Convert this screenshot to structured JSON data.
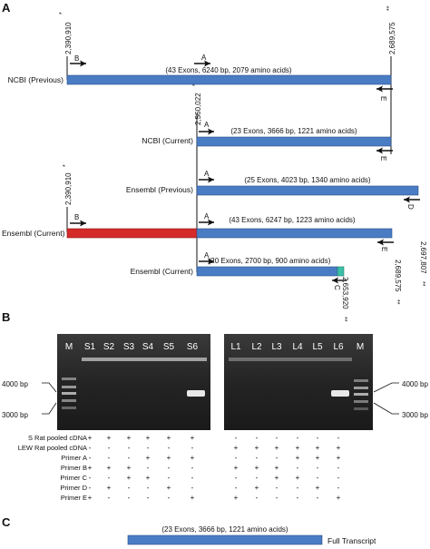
{
  "panels": {
    "a": "A",
    "b": "B",
    "c": "C"
  },
  "tracks": [
    {
      "label": "NCBI (Previous)",
      "info": "(43 Exons, 6240 bp, 2079 amino acids)"
    },
    {
      "label": "NCBI (Current)",
      "info": "(23 Exons, 3666 bp, 1221 amino acids)"
    },
    {
      "label": "Ensembl (Previous)",
      "info": "(25 Exons, 4023 bp, 1340 amino acids)"
    },
    {
      "label": "Ensembl (Current)",
      "info": "(43 Exons, 6247 bp, 1223 amino acids)"
    },
    {
      "label": "Ensembl (Current)",
      "info": "(20 Exons, 2700 bp, 900 amino acids)"
    }
  ],
  "coords": [
    {
      "text": "2,390,910",
      "mark": "*"
    },
    {
      "text": "2,689,575",
      "mark": "**"
    },
    {
      "text": "2,560,022",
      "mark": "*"
    },
    {
      "text": "2,390,910",
      "mark": "*"
    },
    {
      "text": "2,697,807",
      "mark": "**"
    },
    {
      "text": "2,689,575",
      "mark": "**"
    },
    {
      "text": "2,653,920",
      "mark": "**"
    }
  ],
  "primer_letters": {
    "a": "A",
    "b": "B",
    "c": "C",
    "d": "D",
    "e": "E"
  },
  "colors": {
    "transcript_blue": "#4a7cc4",
    "ensembl_red": "#d42a2a",
    "exon_teal": "#3cc0a8",
    "gel_dark": "#202020"
  },
  "gel": {
    "left_lanes": [
      "M",
      "S1",
      "S2",
      "S3",
      "S4",
      "S5",
      "S6"
    ],
    "right_lanes": [
      "L1",
      "L2",
      "L3",
      "L4",
      "L5",
      "L6",
      "M"
    ],
    "ladder_left": [
      "4000 bp",
      "3000 bp"
    ],
    "ladder_right": [
      "4000 bp",
      "3000 bp"
    ]
  },
  "table": {
    "rows": [
      {
        "label": "S Rat pooled cDNA",
        "left": [
          "+",
          "+",
          "+",
          "+",
          "+",
          "+"
        ],
        "right": [
          "-",
          "-",
          "-",
          "-",
          "-",
          "-"
        ]
      },
      {
        "label": "LEW Rat pooled cDNA",
        "left": [
          "-",
          "-",
          "-",
          "-",
          "-",
          "-"
        ],
        "right": [
          "+",
          "+",
          "+",
          "+",
          "+",
          "+"
        ]
      },
      {
        "label": "Primer A",
        "left": [
          "-",
          "-",
          "-",
          "+",
          "+",
          "+"
        ],
        "right": [
          "-",
          "-",
          "-",
          "+",
          "+",
          "+"
        ]
      },
      {
        "label": "Primer B",
        "left": [
          "+",
          "+",
          "+",
          "-",
          "-",
          "-"
        ],
        "right": [
          "+",
          "+",
          "+",
          "-",
          "-",
          "-"
        ]
      },
      {
        "label": "Primer C",
        "left": [
          "-",
          "-",
          "+",
          "+",
          "-",
          "-"
        ],
        "right": [
          "-",
          "-",
          "+",
          "+",
          "-",
          "-"
        ]
      },
      {
        "label": "Primer D",
        "left": [
          "-",
          "+",
          "-",
          "-",
          "+",
          "-"
        ],
        "right": [
          "-",
          "+",
          "-",
          "-",
          "+",
          "-"
        ]
      },
      {
        "label": "Primer E",
        "left": [
          "+",
          "-",
          "-",
          "-",
          "-",
          "+"
        ],
        "right": [
          "+",
          "-",
          "-",
          "-",
          "-",
          "+"
        ]
      }
    ]
  },
  "panel_c": {
    "info": "(23 Exons, 3666 bp, 1221 amino acids)",
    "label": "Full Transcript"
  }
}
